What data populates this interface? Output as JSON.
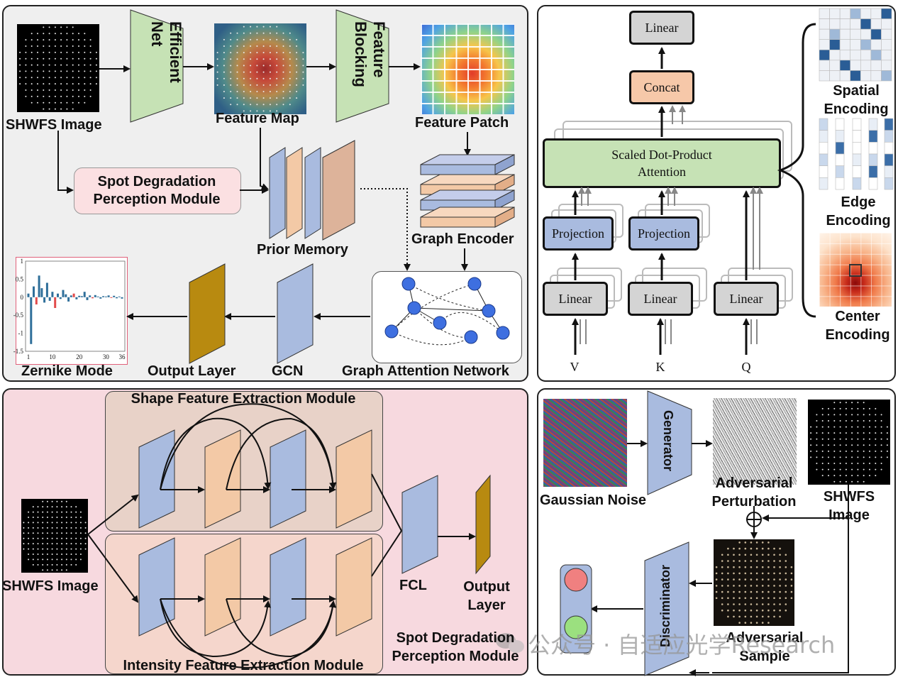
{
  "panel_a": {
    "shwfs_image": "SHWFS Image",
    "efficient_net": [
      "Efficient",
      "Net"
    ],
    "feature_map": "Feature Map",
    "feature_blocking": [
      "Feature",
      "Blocking"
    ],
    "feature_patch": "Feature Patch",
    "spot_module": [
      "Spot Degradation",
      "Perception Module"
    ],
    "prior_memory": "Prior Memory",
    "graph_encoder": "Graph Encoder",
    "graph_attention_network": "Graph Attention Network",
    "gcn": "GCN",
    "output_layer": "Output Layer",
    "zernike_mode": "Zernike Mode",
    "zernike_chart": {
      "type": "bar",
      "yticks": [
        "1",
        "0.5",
        "0",
        "-0.5",
        "-1",
        "-1.5"
      ],
      "xticks": [
        "1",
        "10",
        "20",
        "30",
        "36"
      ]
    }
  },
  "panel_b": {
    "linear_top": "Linear",
    "concat": "Concat",
    "attention": [
      "Scaled Dot-Product",
      "Attention"
    ],
    "projection": "Projection",
    "linear": "Linear",
    "v": "V",
    "k": "K",
    "q": "Q",
    "spatial_encoding": [
      "Spatial",
      "Encoding"
    ],
    "edge_encoding": [
      "Edge",
      "Encoding"
    ],
    "center_encoding": [
      "Center",
      "Encoding"
    ]
  },
  "panel_c": {
    "shape_module": "Shape Feature Extraction Module",
    "intensity_module": "Intensity Feature Extraction Module",
    "shwfs_image": "SHWFS Image",
    "fcl": "FCL",
    "output_layer": [
      "Output",
      "Layer"
    ],
    "spot_module": [
      "Spot Degradation",
      "Perception Module"
    ]
  },
  "panel_d": {
    "gaussian_noise": "Gaussian Noise",
    "generator": "Generator",
    "adversarial_perturbation": [
      "Adversarial",
      "Perturbation"
    ],
    "shwfs_image": [
      "SHWFS",
      "Image"
    ],
    "adversarial_sample": [
      "Adversarial",
      "Sample"
    ],
    "discriminator": "Discriminator"
  },
  "watermark": "公众号 · 自适应光学Research",
  "colors": {
    "panel_a_bg": "#efefef",
    "panel_c_bg": "#f7d9df",
    "green": "#c6e2b5",
    "blue_layer": "#a9bbdf",
    "peach_layer": "#f3c9a6",
    "gold_layer": "#b88a10",
    "spot_module_bg": "#fbe0e2",
    "concat": "#f6c8a9",
    "node_blue": "#3e6fe0"
  }
}
